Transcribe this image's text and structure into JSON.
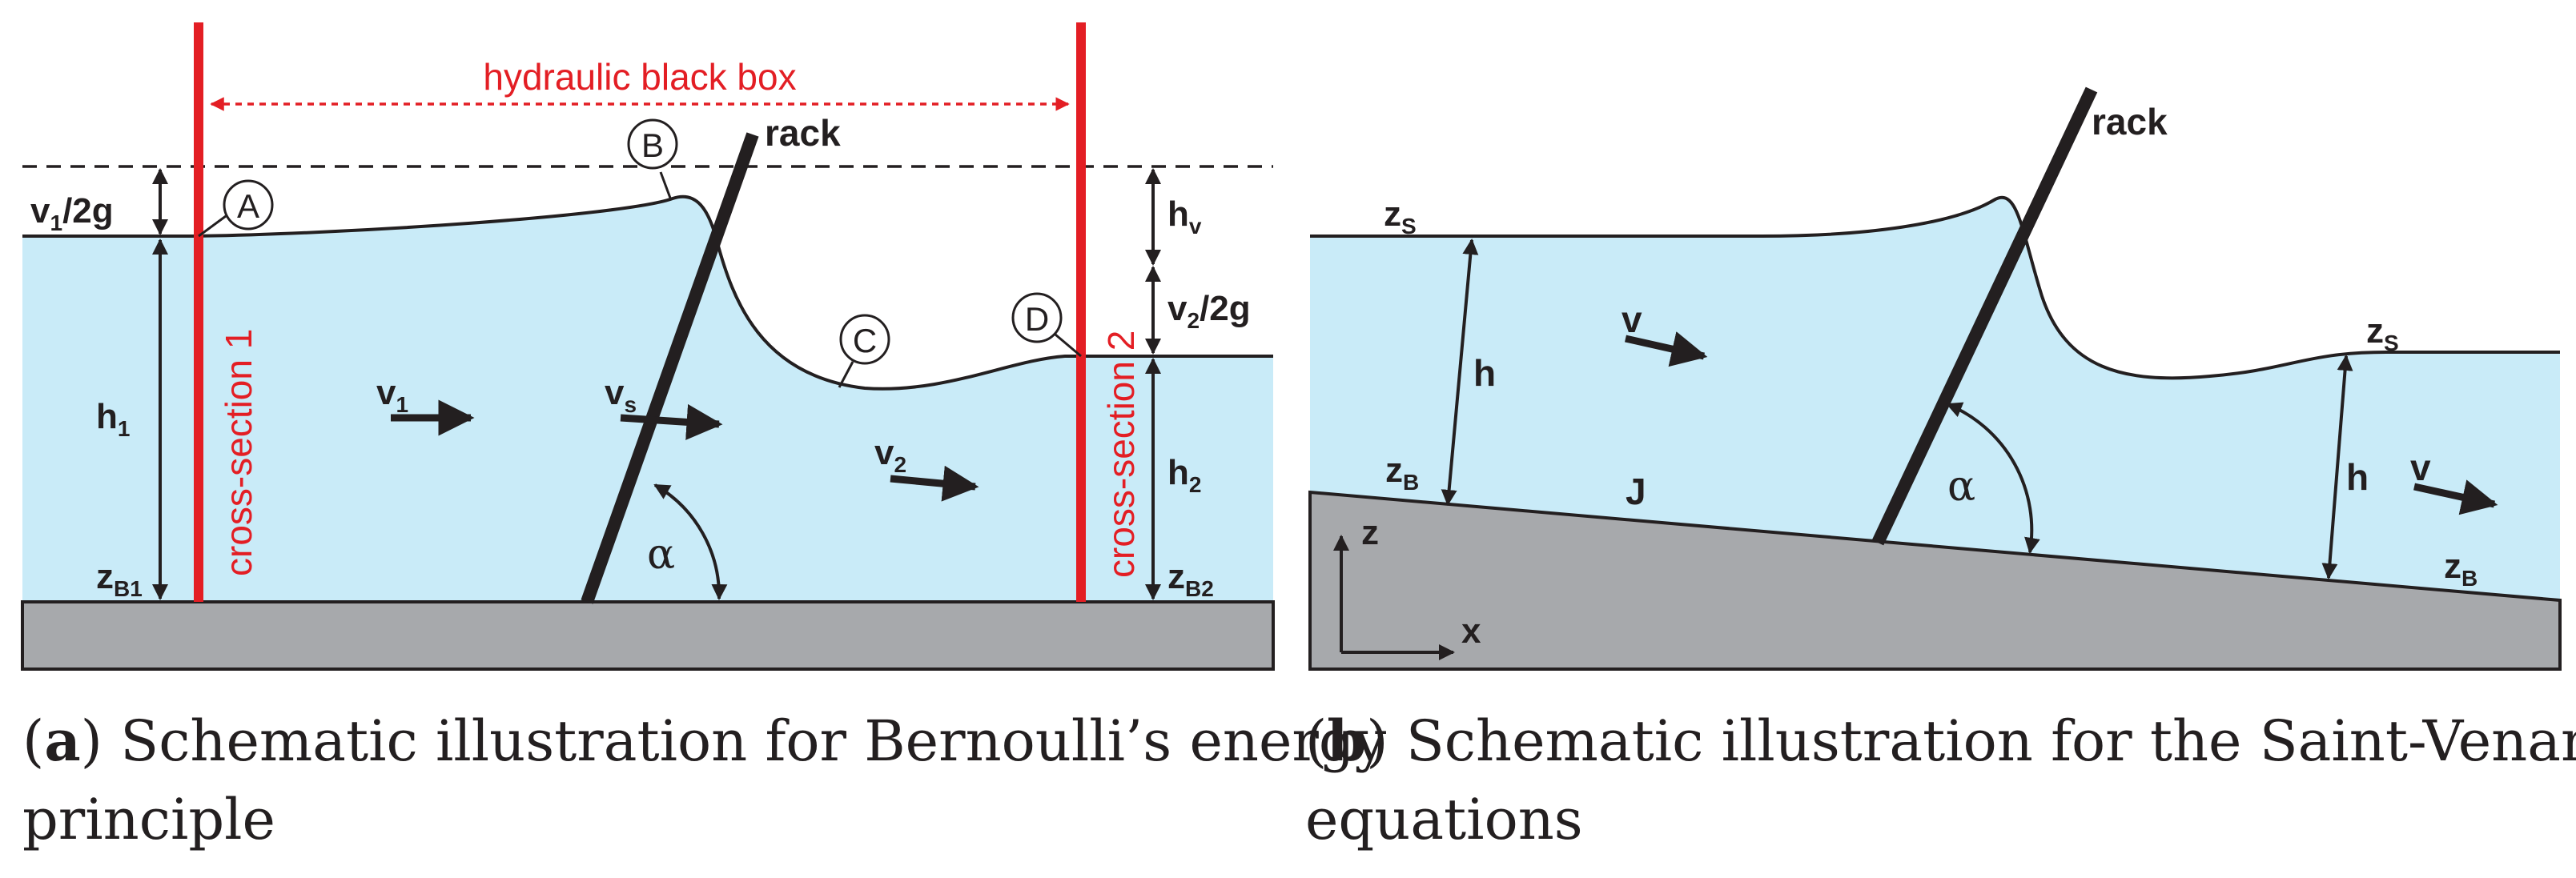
{
  "colors": {
    "water": "#c9ebf8",
    "ground": "#a7a9ac",
    "red": "#e31e24",
    "ink": "#231f20"
  },
  "panel_a": {
    "black_box_label": "hydraulic black box",
    "rack_label": "rack",
    "cross_section_1": "cross-section 1",
    "cross_section_2": "cross-section 2",
    "points": [
      "A",
      "B",
      "C",
      "D"
    ],
    "velocity_head_1": {
      "main": "v",
      "sub": "1",
      "rest": "/2g"
    },
    "velocity_head_2": {
      "main": "v",
      "sub": "2",
      "rest": "/2g"
    },
    "head_loss": {
      "main": "h",
      "sub": "v"
    },
    "depth_1": {
      "main": "h",
      "sub": "1"
    },
    "depth_2": {
      "main": "h",
      "sub": "2"
    },
    "vel_1": {
      "main": "v",
      "sub": "1"
    },
    "vel_s": {
      "main": "v",
      "sub": "s"
    },
    "vel_2": {
      "main": "v",
      "sub": "2"
    },
    "bed_1": {
      "main": "z",
      "sub": "B1"
    },
    "bed_2": {
      "main": "z",
      "sub": "B2"
    },
    "angle": "α",
    "caption_letter": "a",
    "caption_line1": " Schematic illustration for Bernoulli’s energy",
    "caption_line2": "principle"
  },
  "panel_b": {
    "rack_label": "rack",
    "surface_left": {
      "main": "z",
      "sub": "S"
    },
    "surface_right": {
      "main": "z",
      "sub": "S"
    },
    "depth_left": "h",
    "depth_right": "h",
    "vel_left": "v",
    "vel_right": "v",
    "bed_left": {
      "main": "z",
      "sub": "B"
    },
    "bed_right": {
      "main": "z",
      "sub": "B"
    },
    "slope": "J",
    "angle": "α",
    "axis_z": "z",
    "axis_x": "x",
    "caption_letter": "b",
    "caption_line1": " Schematic illustration for the Saint-Venant",
    "caption_line2": "equations"
  }
}
